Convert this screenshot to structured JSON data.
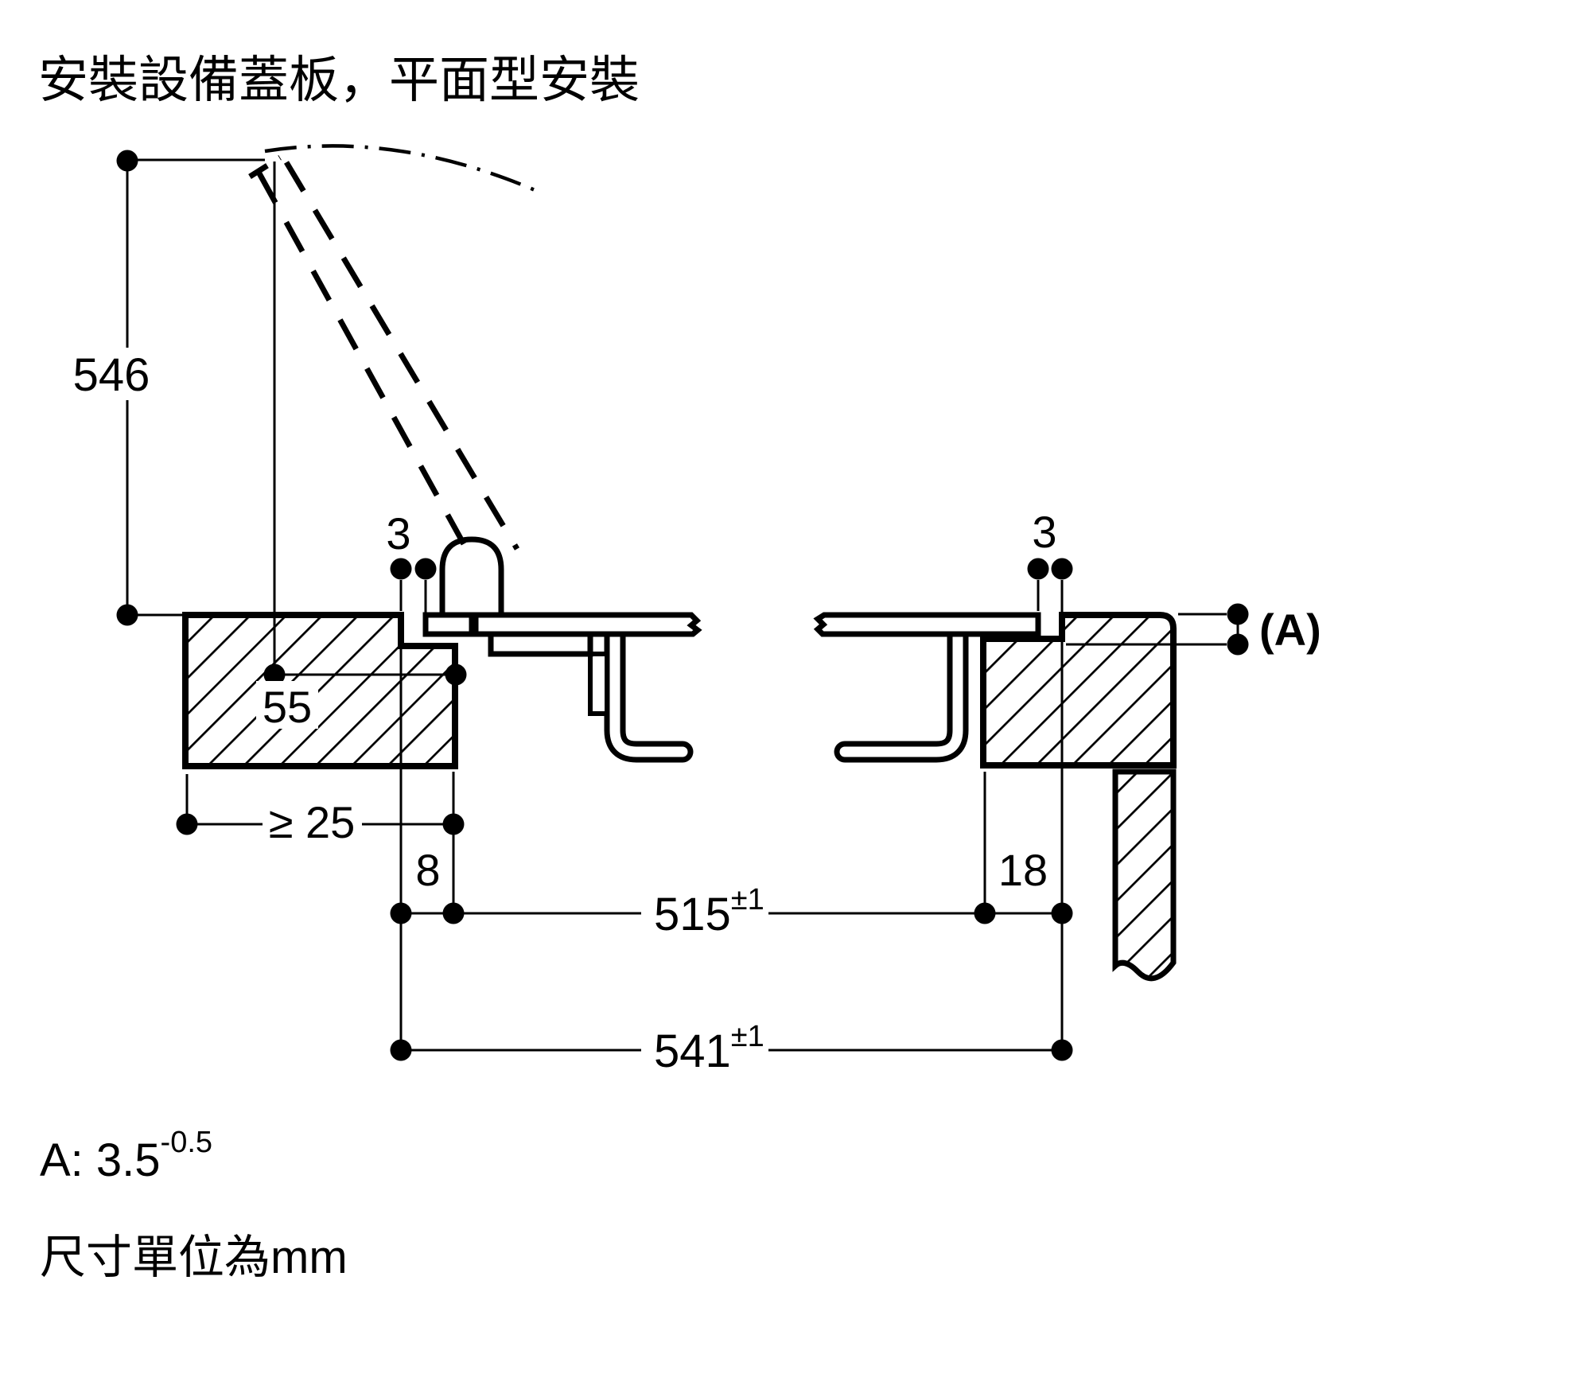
{
  "title": "安裝設備蓋板，平面型安裝",
  "dimensions": {
    "lid_open_height": "546",
    "gap_left": "3",
    "gap_right": "3",
    "hinge_to_edge": "55",
    "min_clearance": "≥ 25",
    "rebate_left_width": "8",
    "rebate_right_width": "18",
    "cutout_lower_width": "515",
    "cutout_lower_tol": "±1",
    "cutout_upper_width": "541",
    "cutout_upper_tol": "±1",
    "ref_label": "(A)"
  },
  "notes": {
    "a_value": "A: 3.5",
    "a_tolerance": "-0.5",
    "units": "尺寸單位為mm"
  },
  "colors": {
    "ink": "#000000",
    "background": "#ffffff"
  }
}
